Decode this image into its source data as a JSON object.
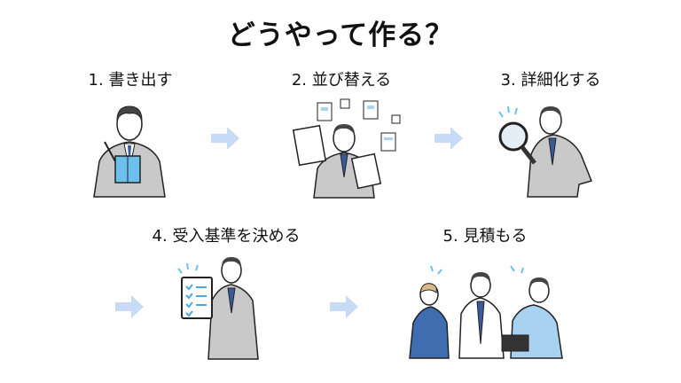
{
  "title": "どうやって作る？",
  "steps": [
    {
      "label": "1. 書き出す",
      "icon": "man-writing-notebook"
    },
    {
      "label": "2. 並び替える",
      "icon": "man-arranging-cards"
    },
    {
      "label": "3. 詳細化する",
      "icon": "man-with-magnifier"
    },
    {
      "label": "4. 受入基準を決める",
      "icon": "man-with-checklist"
    },
    {
      "label": "5. 見積もる",
      "icon": "team-discussing"
    }
  ],
  "colors": {
    "arrow": "#c8dbf6",
    "suit": "#c9c9c9",
    "tie": "#3a5a9a",
    "accent": "#6cc0ee",
    "ink": "#222222"
  }
}
